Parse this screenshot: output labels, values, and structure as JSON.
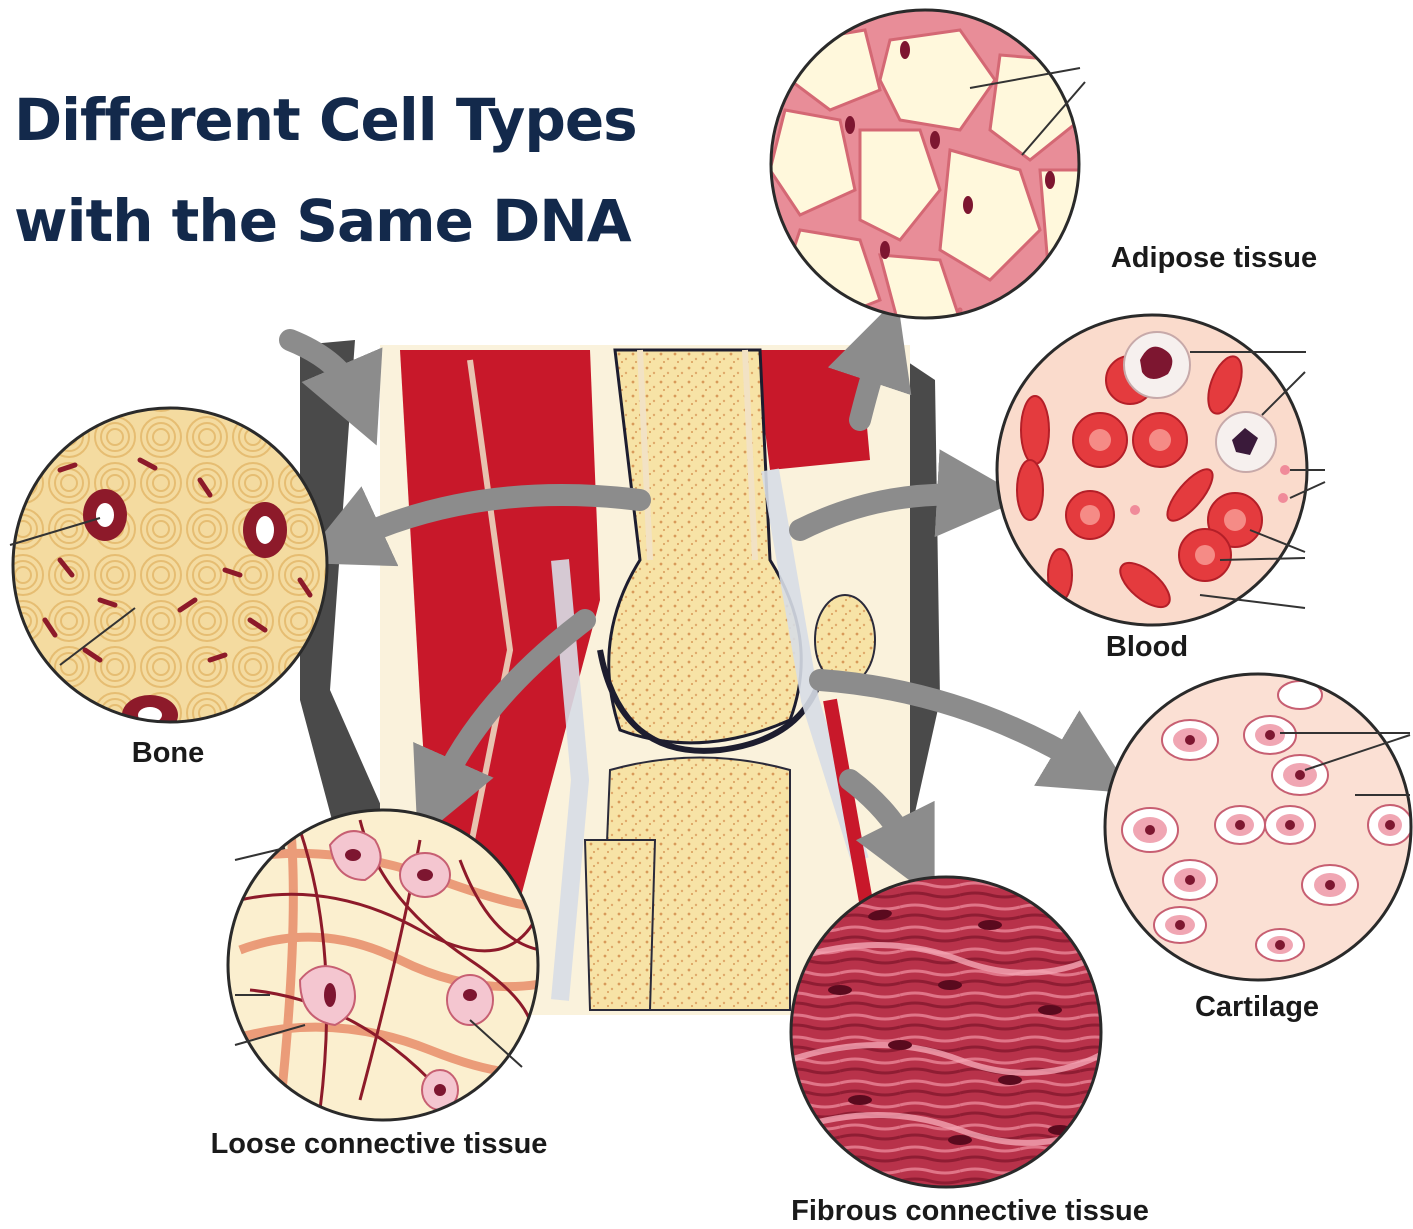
{
  "title": {
    "line1": "Different Cell Types",
    "line2": "with the Same DNA"
  },
  "labels": {
    "adipose": "Adipose tissue",
    "blood": "Blood",
    "bone": "Bone",
    "cartilage": "Cartilage",
    "loose": "Loose connective tissue",
    "fibrous": "Fibrous connective tissue"
  },
  "colors": {
    "title": "#13294b",
    "muscle_red": "#c8182a",
    "bone_cream": "#f7e3a6",
    "arrow_gray": "#8c8c8c",
    "cell_pink": "#f2b6ae"
  }
}
